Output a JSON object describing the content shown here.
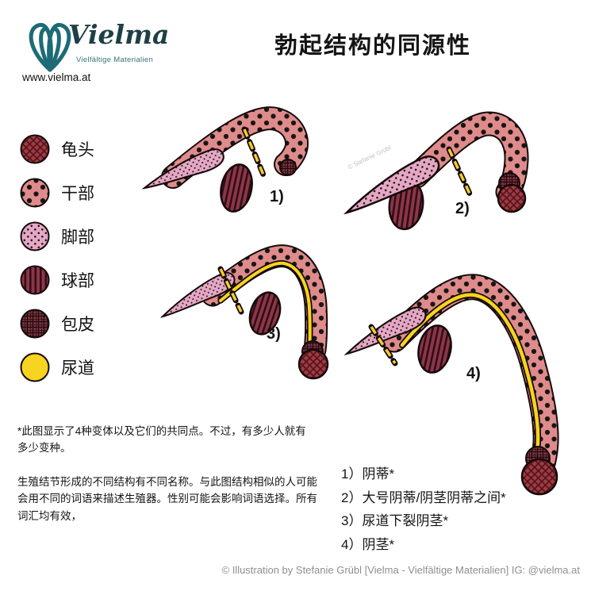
{
  "page": {
    "title": "勃起结构的同源性",
    "background": "#ffffff"
  },
  "logo": {
    "name": "Vielma",
    "tagline": "Vielfältige Materialien",
    "url": "www.vielma.at",
    "brand_color": "#1d6b75"
  },
  "legend": {
    "items": [
      {
        "label": "龟头",
        "key": "glans",
        "color": "#a13a42"
      },
      {
        "label": "干部",
        "key": "shaft",
        "color": "#e08b8b"
      },
      {
        "label": "脚部",
        "key": "crura",
        "color": "#e6a7c4"
      },
      {
        "label": "球部",
        "key": "bulb",
        "color": "#8d3649"
      },
      {
        "label": "包皮",
        "key": "foreskin",
        "color": "#7c3842"
      },
      {
        "label": "尿道",
        "key": "urethra",
        "color": "#f6d41f"
      }
    ]
  },
  "figures": [
    {
      "label": "1)"
    },
    {
      "label": "2)"
    },
    {
      "label": "3)"
    },
    {
      "label": "4)"
    }
  ],
  "watermark": "© Stefanie Grübl",
  "notes": {
    "variants_note": "*此图显示了4种变体以及它们的共同点。不过，有多少人就有多少变种。",
    "terminology_note": "生殖结节形成的不同结构有不同名称。与此图结构相似的人可能会用不同的词语来描述生殖器。性别可能会影响词语选择。所有词汇均有效，"
  },
  "variant_list": [
    "1）阴蒂*",
    "2）大号阴蒂/阴茎阴蒂之间*",
    "3）尿道下裂阴茎*",
    "4）阴茎*"
  ],
  "footer": "© Illustration by Stefanie Grübl [Vielma - Vielfältige Materialien] IG: @vielma.at"
}
